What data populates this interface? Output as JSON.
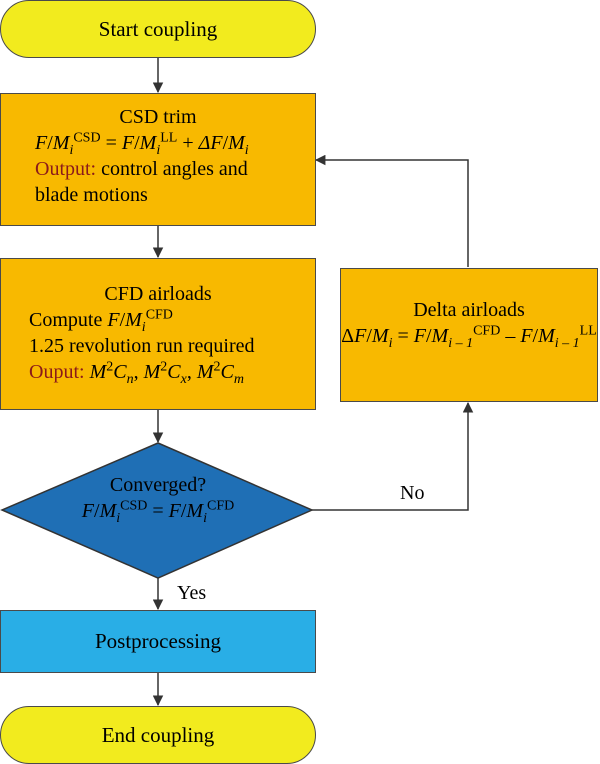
{
  "colors": {
    "terminal_fill": "#f2eb1e",
    "process_fill": "#f8b900",
    "decision_fill": "#1f6fb5",
    "postprocess_fill": "#29aee6",
    "output_label": "#8b1a1a"
  },
  "start": {
    "label": "Start coupling"
  },
  "csd": {
    "title": "CSD trim",
    "eq_fm": "F",
    "eq_M": "M",
    "eq_i": "i",
    "eq_csd": "CSD",
    "eq_ll": "LL",
    "eq_delta": "ΔF",
    "output_label": "Output:",
    "output_text": " control angles and",
    "output_text2": "blade motions"
  },
  "cfd": {
    "title": "CFD airloads",
    "compute": "Compute ",
    "cfd_sup": "CFD",
    "run": "1.25 revolution run required",
    "output_label": "Ouput:",
    "cn": "n",
    "cx": "x",
    "cm": "m"
  },
  "delta": {
    "title": "Delta airloads",
    "sub_i1": "i – 1",
    "cfd_sup": "CFD",
    "ll_sup": "LL"
  },
  "decision": {
    "title": "Converged?",
    "csd_sup": "CSD",
    "cfd_sup": "CFD"
  },
  "labels": {
    "no": "No",
    "yes": "Yes"
  },
  "post": {
    "label": "Postprocessing"
  },
  "end": {
    "label": "End coupling"
  }
}
